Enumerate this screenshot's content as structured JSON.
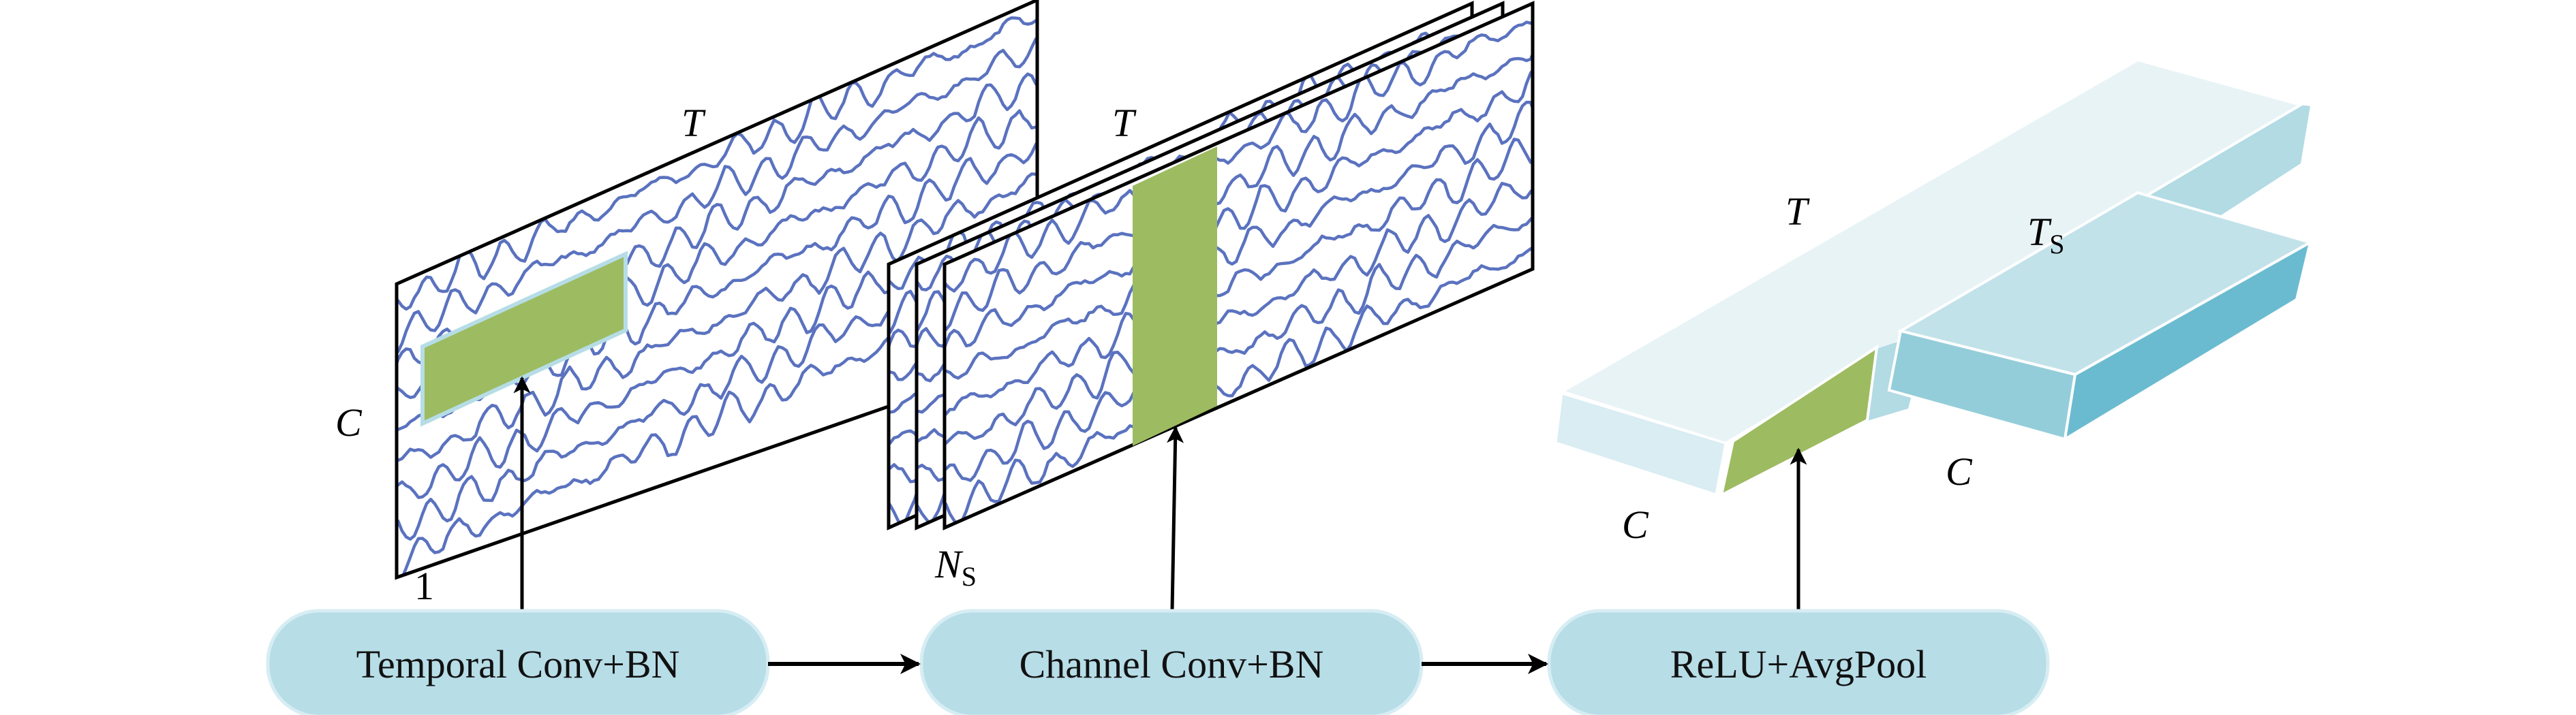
{
  "stages": [
    {
      "label": "Temporal Conv+BN"
    },
    {
      "label": "Channel Conv+BN"
    },
    {
      "label": "ReLU+AvgPool"
    }
  ],
  "input_tensor": {
    "time_label": "T",
    "channel_label": "C",
    "depth_label": "1"
  },
  "temporal_features": {
    "time_label": "T",
    "filters_label": "N",
    "filters_subscript": "S"
  },
  "pooled_features": {
    "time_label": "T",
    "channel_label_left": "C",
    "channel_label_right": "C",
    "pooled_time_label": "T",
    "pooled_time_subscript": "S"
  },
  "colors": {
    "pill_fill": "#b7dde7",
    "pill_stroke": "#d6edf3",
    "kernel_green": "#9dbb61",
    "kernel_edge": "#b6dde6",
    "signal_blue": "#5a72bf",
    "block_top_light": "#e8f3f6",
    "block_side_light": "#d9edf3",
    "block_side_light_end": "#b2dbe4",
    "block_top_mid": "#c2e2ea",
    "block_front_mid": "#94cdda",
    "block_side_dark": "#6bbbd0"
  }
}
